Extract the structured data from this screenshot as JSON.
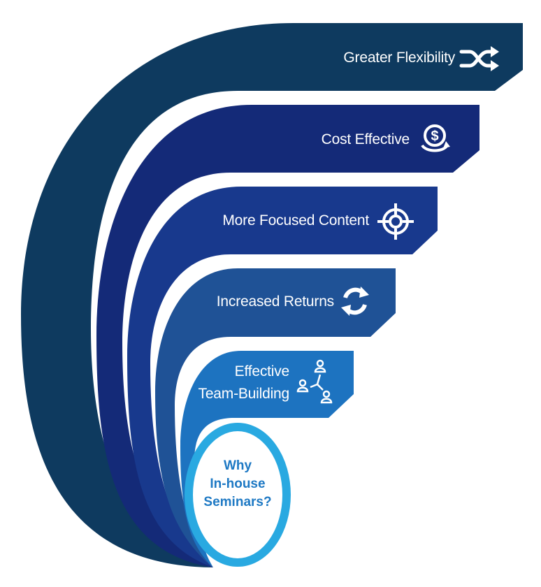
{
  "diagram": {
    "center": {
      "lines": [
        "Why",
        "In-house",
        "Seminars?"
      ],
      "color": "#1e79c4",
      "ring_color": "#29a9e1"
    },
    "bands": [
      {
        "label": "Greater Flexibility",
        "icon": "shuffle-icon",
        "color": "#0e3a5f"
      },
      {
        "label": "Cost Effective",
        "icon": "dollar-cycle-icon",
        "color": "#142a78"
      },
      {
        "label": "More Focused Content",
        "icon": "target-icon",
        "color": "#18398d"
      },
      {
        "label": "Increased Returns",
        "icon": "refresh-icon",
        "color": "#1f5296"
      },
      {
        "label_lines": [
          "Effective",
          "Team-Building"
        ],
        "icon": "team-network-icon",
        "color": "#1d73c0"
      }
    ],
    "colors": {
      "text": "#ffffff",
      "divider": "#ffffff"
    }
  }
}
